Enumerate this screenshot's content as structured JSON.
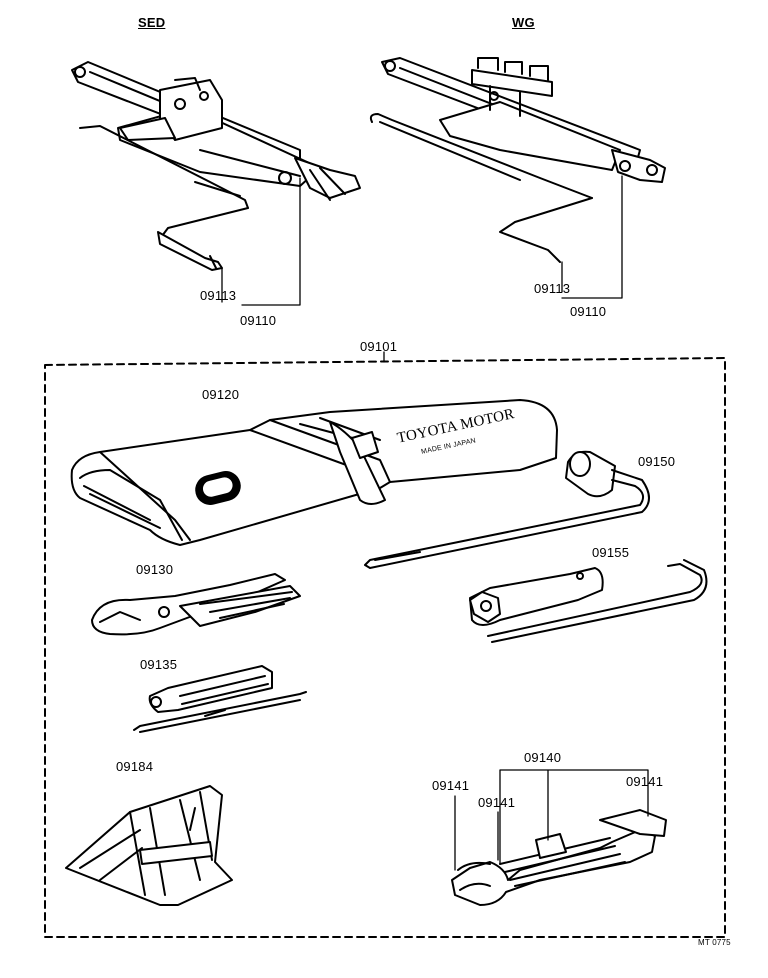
{
  "headers": {
    "sed": "SED",
    "wg": "WG"
  },
  "parts": {
    "sed_handle": "09113",
    "sed_jack": "09110",
    "wg_handle": "09113",
    "wg_jack": "09110",
    "tool_set": "09101",
    "tool_bag": "09120",
    "pliers": "09130",
    "screwdriver": "09135",
    "chock": "09184",
    "wrench_set": "09140",
    "wrench_left": "09141",
    "wrench_mid": "09141",
    "wrench_right": "09141",
    "jack_handle_bar": "09150",
    "wheel_wrench": "09155"
  },
  "bag_print": {
    "line1": "TOYOTA MOTOR",
    "line2": "MADE IN JAPAN"
  },
  "figure_code": "MT 0775"
}
